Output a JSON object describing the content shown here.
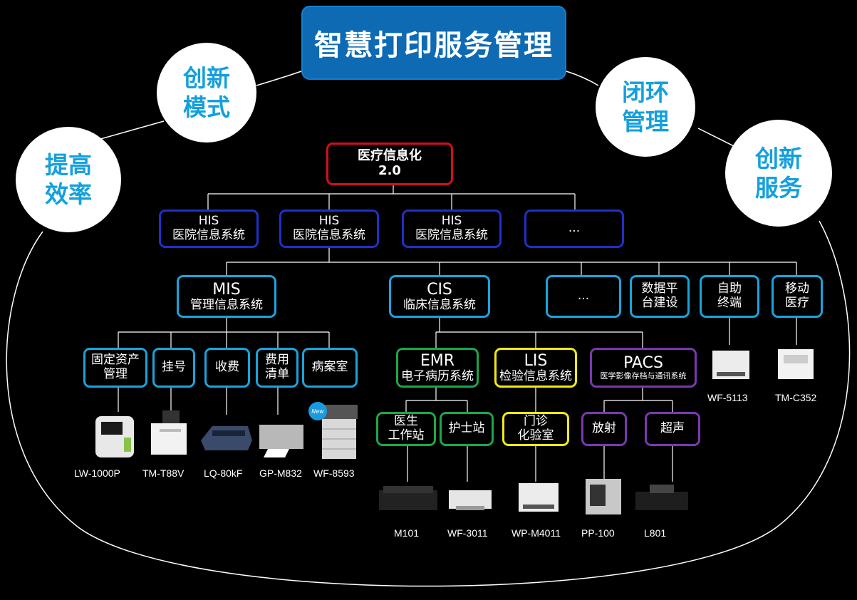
{
  "title": "智慧打印服务管理",
  "circles": [
    {
      "line1": "创新",
      "line2": "模式"
    },
    {
      "line1": "提高",
      "line2": "效率"
    },
    {
      "line1": "闭环",
      "line2": "管理"
    },
    {
      "line1": "创新",
      "line2": "服务"
    }
  ],
  "root": {
    "line1": "医疗信息化",
    "line2": "2.0"
  },
  "level1": [
    {
      "line1": "HIS",
      "line2": "医院信息系统"
    },
    {
      "line1": "HIS",
      "line2": "医院信息系统"
    },
    {
      "line1": "HIS",
      "line2": "医院信息系统"
    },
    {
      "line1": "..."
    }
  ],
  "level2": [
    {
      "line1": "MIS",
      "line2": "管理信息系统"
    },
    {
      "line1": "CIS",
      "line2": "临床信息系统"
    },
    {
      "line1": "..."
    },
    {
      "line1": "数据平",
      "line2": "台建设"
    },
    {
      "line1": "自助",
      "line2": "终端"
    },
    {
      "line1": "移动",
      "line2": "医疗"
    }
  ],
  "mis_children": [
    {
      "line1": "固定资产",
      "line2": "管理"
    },
    {
      "line1": "挂号"
    },
    {
      "line1": "收费"
    },
    {
      "line1": "费用",
      "line2": "清单"
    },
    {
      "line1": "病案室"
    }
  ],
  "cis_children": [
    {
      "line1": "EMR",
      "line2": "电子病历系统"
    },
    {
      "line1": "LIS",
      "line2": "检验信息系统"
    },
    {
      "line1": "PACS",
      "line2": "医学影像存档与通讯系统"
    }
  ],
  "sub_children": [
    {
      "line1": "医生",
      "line2": "工作站"
    },
    {
      "line1": "护士站"
    },
    {
      "line1": "门诊",
      "line2": "化验室"
    },
    {
      "line1": "放射"
    },
    {
      "line1": "超声"
    }
  ],
  "new_badge": "New",
  "devices": {
    "mis": [
      "LW-1000P",
      "TM-T88V",
      "LQ-80kF",
      "GP-M832",
      "WF-8593"
    ],
    "clinical": [
      "M101",
      "WF-3011",
      "WP-M4011",
      "PP-100",
      "L801"
    ],
    "terminal": [
      "WF-5113",
      "TM-C352"
    ]
  },
  "colors": {
    "title_bg": "#0d6ab3",
    "circle_text": "#14a0dc",
    "navy": "#2030c8",
    "cyan": "#1aa4dc",
    "red": "#d0101c",
    "green": "#1aa848",
    "yellow": "#f2ea10",
    "purple": "#7a38b0"
  }
}
